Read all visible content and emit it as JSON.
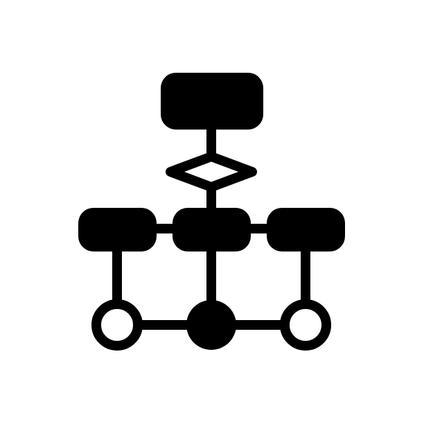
{
  "icon": {
    "name": "flowchart-icon",
    "colors": {
      "stroke": "#000000",
      "fill": "#000000",
      "hollow": "#ffffff",
      "background": "#ffffff"
    },
    "nodes": [
      {
        "name": "top-process-box",
        "shape": "rounded-rect",
        "filled": true
      },
      {
        "name": "decision-diamond",
        "shape": "diamond",
        "filled": false
      },
      {
        "name": "left-process-box",
        "shape": "rounded-rect",
        "filled": true
      },
      {
        "name": "center-process-box",
        "shape": "rounded-rect",
        "filled": true
      },
      {
        "name": "right-process-box",
        "shape": "rounded-rect",
        "filled": true
      },
      {
        "name": "left-terminal-circle",
        "shape": "circle",
        "filled": false
      },
      {
        "name": "center-terminal-circle",
        "shape": "circle",
        "filled": true
      },
      {
        "name": "right-terminal-circle",
        "shape": "circle",
        "filled": false
      }
    ]
  }
}
